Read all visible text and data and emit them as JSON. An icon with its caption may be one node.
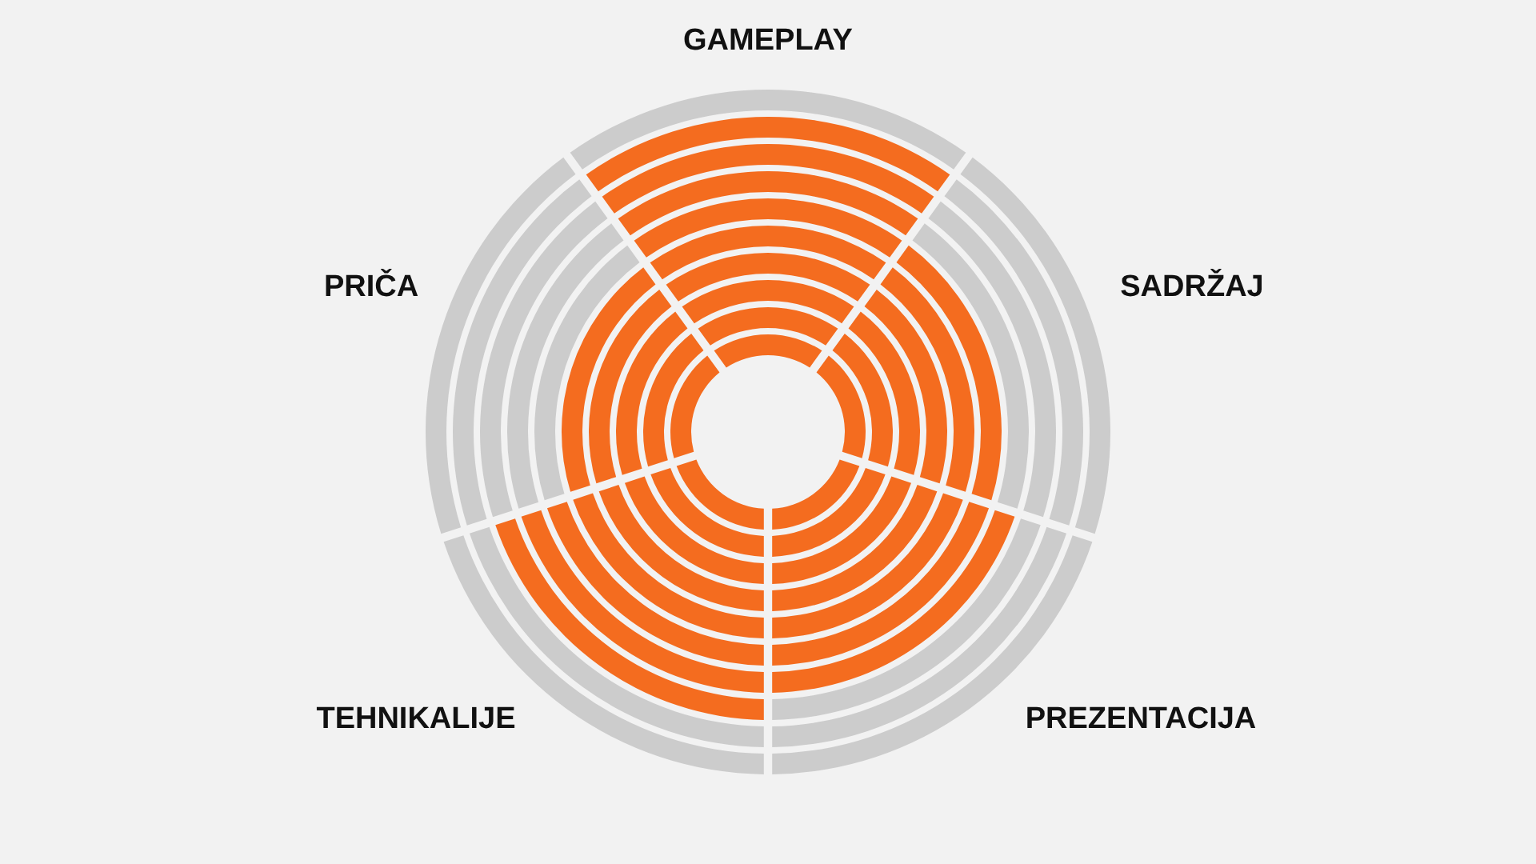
{
  "diagram": {
    "labels": [
      "GAMEPLAY",
      "PRIČA",
      "SADRŽAJ",
      "TEHNIKALIJE",
      "PREZENTACIJA"
    ]
  }
}
